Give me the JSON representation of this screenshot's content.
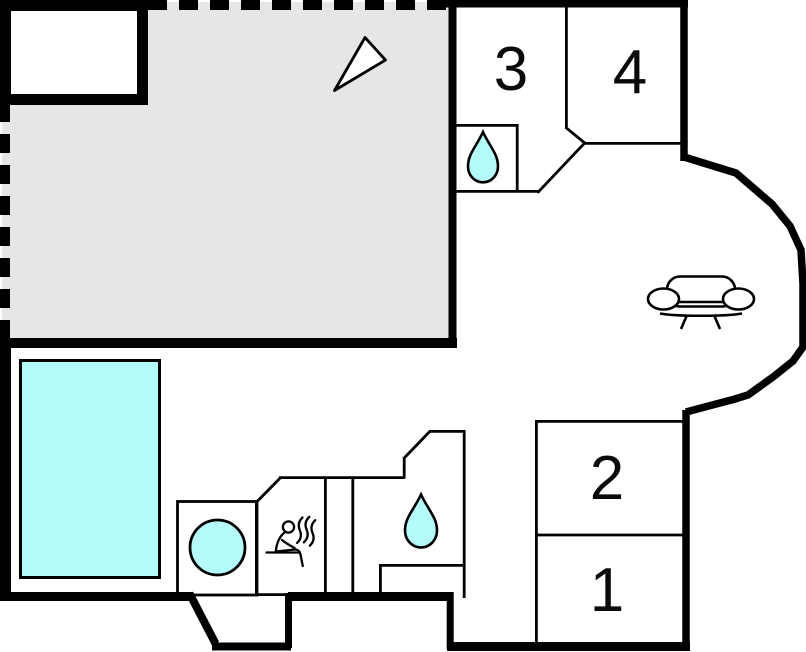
{
  "plan": {
    "type": "floor-plan",
    "colors": {
      "wall": "#000000",
      "terrace": "#e6e6e4",
      "water": "#b5fbfb",
      "room_fill": "#ffffff"
    },
    "rooms": [
      {
        "id": "bedroom-3",
        "label": "3"
      },
      {
        "id": "bedroom-4",
        "label": "4"
      },
      {
        "id": "bedroom-2",
        "label": "2"
      },
      {
        "id": "bedroom-1",
        "label": "1"
      }
    ],
    "features": [
      {
        "name": "terrace-area"
      },
      {
        "name": "outbuilding-box"
      },
      {
        "name": "north-arrow-icon"
      },
      {
        "name": "wc-water-drop-icon"
      },
      {
        "name": "bathroom-water-drop-icon"
      },
      {
        "name": "sofa-icon"
      },
      {
        "name": "sauna-person-icon"
      },
      {
        "name": "hot-tub-icon"
      },
      {
        "name": "swimming-pool"
      },
      {
        "name": "entrance-porch"
      }
    ]
  }
}
